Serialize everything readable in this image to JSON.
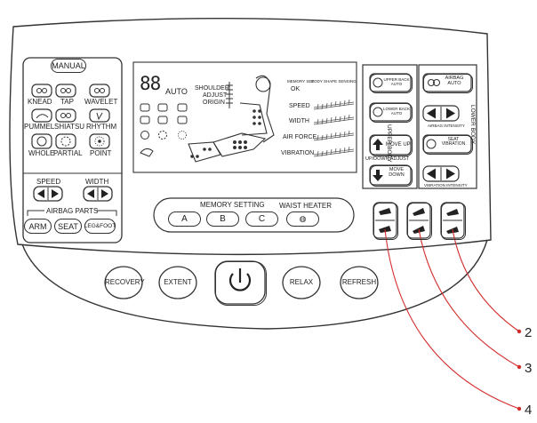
{
  "left_panel": {
    "manual": "MANUAL",
    "techniques": [
      "KNEAD",
      "TAP",
      "WAVELET",
      "PUMMEL",
      "SHIATSU",
      "RHYTHM"
    ],
    "areas": [
      "WHOLE",
      "PARTIAL",
      "POINT"
    ],
    "speed": "SPEED",
    "width": "WIDTH",
    "airbag_parts": "AIRBAG PARTS",
    "parts": [
      "ARM",
      "SEAT",
      "LEG&FOOT"
    ]
  },
  "display": {
    "digits": "88",
    "auto": "AUTO",
    "shoulder": "SHOULDER",
    "adjust": "ADJUST",
    "origin": "ORIGIN",
    "memory_set": "MEMORY SET",
    "body_shape": "BODY SHAPE SENSING",
    "ok": "OK",
    "rows": [
      "SPEED",
      "WIDTH",
      "AIR FORCE",
      "VIBRATION"
    ]
  },
  "memory": {
    "title": "MEMORY SETTING",
    "buttons": [
      "A",
      "B",
      "C"
    ],
    "waist_heater": "WAIST HEATER"
  },
  "upper_body": {
    "title": "UPPER BODY",
    "upper_back_auto": "UPPER BACK AUTO",
    "lower_back_auto": "LOWER BACK AUTO",
    "move_up": "MOVE UP",
    "up_down_adjust": "UP/DOWN ADJUST",
    "move_down": "MOVE DOWN"
  },
  "lower_body": {
    "title": "LOWER BODY",
    "airbag_auto": "AIRBAG AUTO",
    "airbag_intensity": "AIRBAG INTENSITY",
    "seat_vibration": "SEAT VIBRATION",
    "vibration_intensity": "VIBRATION INTENSITY"
  },
  "bottom": {
    "recovery": "RECOVERY",
    "extent": "EXTENT",
    "relax": "RELAX",
    "refresh": "REFRESH"
  },
  "callouts": [
    "2",
    "3",
    "4"
  ]
}
